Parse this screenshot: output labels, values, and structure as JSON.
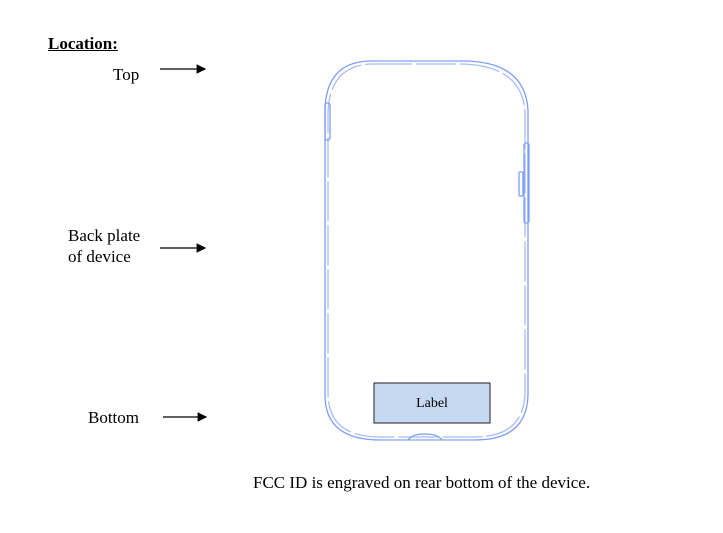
{
  "heading": "Location:",
  "callouts": {
    "top": "Top",
    "back_plate_line1": "Back plate",
    "back_plate_line2": "of device",
    "bottom": "Bottom"
  },
  "label_box": "Label",
  "caption": "FCC ID is engraved on rear bottom of the device.",
  "colors": {
    "outline": "#7f9ff5",
    "label_fill": "#c6d9f1"
  }
}
